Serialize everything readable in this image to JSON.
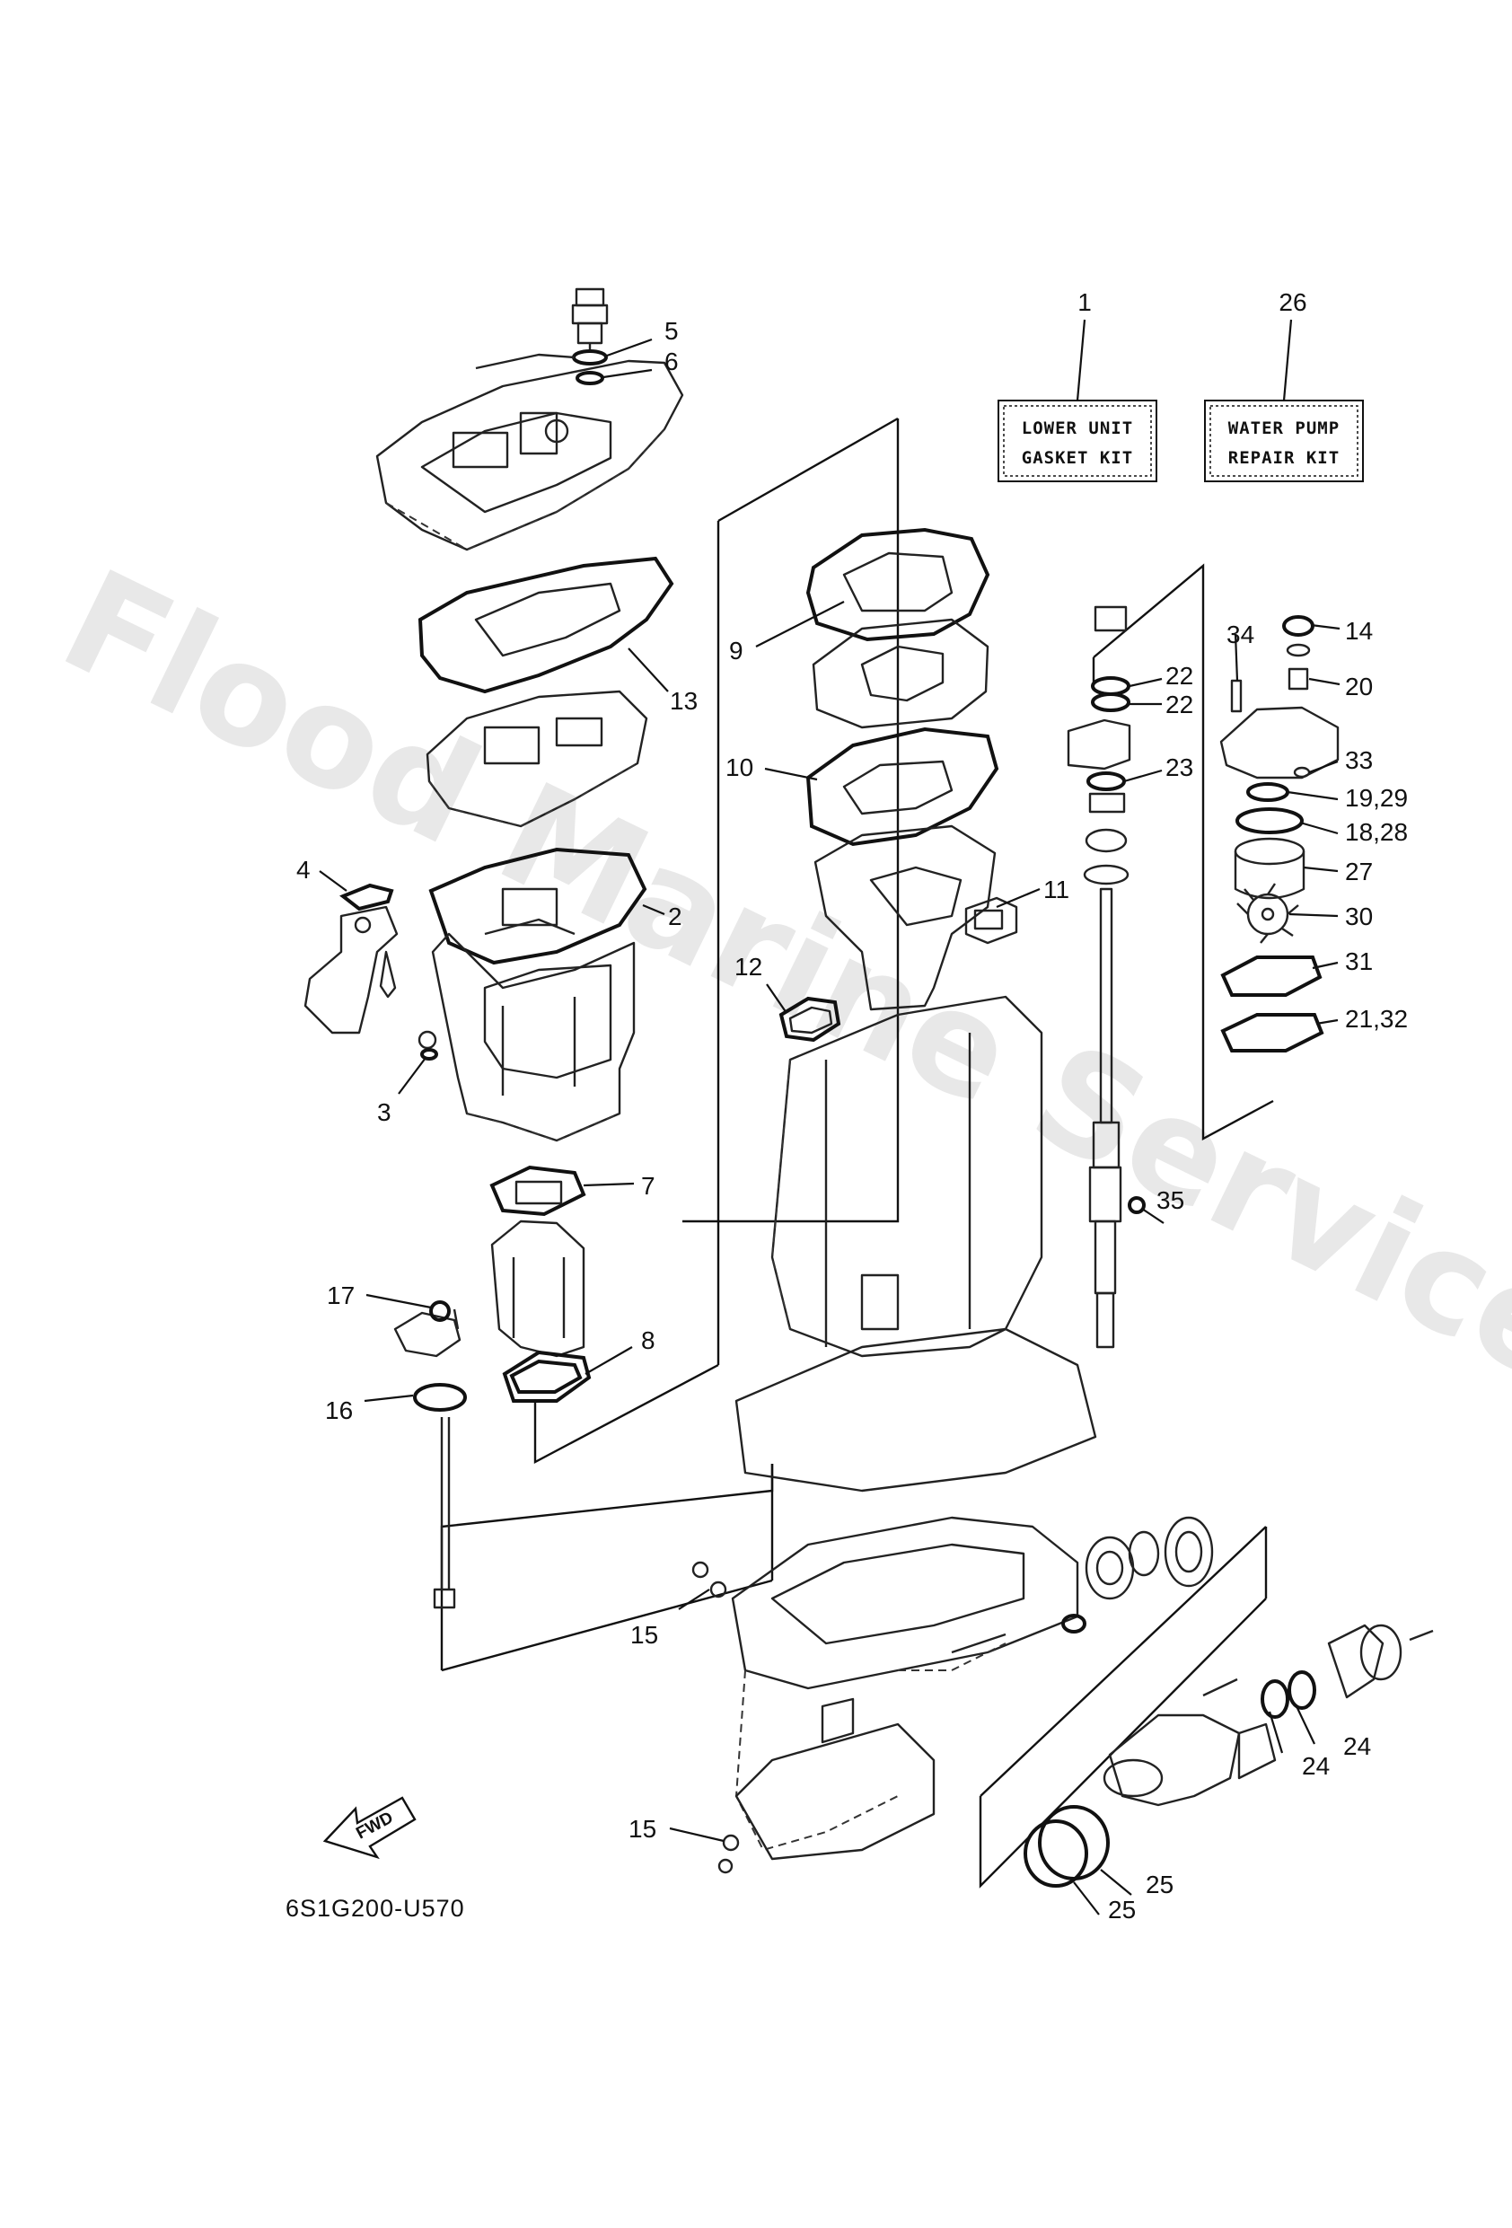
{
  "callouts": [
    {
      "id": "c1",
      "text": "1"
    },
    {
      "id": "c26",
      "text": "26"
    },
    {
      "id": "c5",
      "text": "5"
    },
    {
      "id": "c6",
      "text": "6"
    },
    {
      "id": "c9",
      "text": "9"
    },
    {
      "id": "c13",
      "text": "13"
    },
    {
      "id": "c10",
      "text": "10"
    },
    {
      "id": "c4",
      "text": "4"
    },
    {
      "id": "c2",
      "text": "2"
    },
    {
      "id": "c11",
      "text": "11"
    },
    {
      "id": "c12",
      "text": "12"
    },
    {
      "id": "c3",
      "text": "3"
    },
    {
      "id": "c7",
      "text": "7"
    },
    {
      "id": "c17",
      "text": "17"
    },
    {
      "id": "c8",
      "text": "8"
    },
    {
      "id": "c16",
      "text": "16"
    },
    {
      "id": "c14",
      "text": "14"
    },
    {
      "id": "c34",
      "text": "34"
    },
    {
      "id": "c22a",
      "text": "22"
    },
    {
      "id": "c22b",
      "text": "22"
    },
    {
      "id": "c20",
      "text": "20"
    },
    {
      "id": "c23",
      "text": "23"
    },
    {
      "id": "c33",
      "text": "33"
    },
    {
      "id": "c1929",
      "text": "19,29"
    },
    {
      "id": "c1828",
      "text": "18,28"
    },
    {
      "id": "c27",
      "text": "27"
    },
    {
      "id": "c30",
      "text": "30"
    },
    {
      "id": "c31",
      "text": "31"
    },
    {
      "id": "c2132",
      "text": "21,32"
    },
    {
      "id": "c35",
      "text": "35"
    },
    {
      "id": "c15a",
      "text": "15"
    },
    {
      "id": "c15b",
      "text": "15"
    },
    {
      "id": "c24a",
      "text": "24"
    },
    {
      "id": "c24b",
      "text": "24"
    },
    {
      "id": "c25a",
      "text": "25"
    },
    {
      "id": "c25b",
      "text": "25"
    }
  ],
  "kits": {
    "lower_unit": {
      "line1": "LOWER UNIT",
      "line2": "GASKET KIT"
    },
    "water_pump": {
      "line1": "WATER PUMP",
      "line2": "REPAIR KIT"
    }
  },
  "fwd_label": "FWD",
  "diagram_code": "6S1G200-U570",
  "watermark": "Flood Marine Services"
}
